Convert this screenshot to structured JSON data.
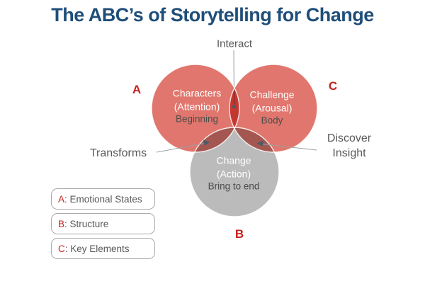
{
  "title": "The ABC’s of Storytelling for Change",
  "colors": {
    "title_blue": "#1F4E79",
    "circle_red": "#E0766D",
    "circle_gray": "#BBBBBB",
    "letter_red": "#C4221E",
    "label_gray": "#595959",
    "caption_gray": "#4D4D4D",
    "arrow_slate": "#4A5A68",
    "line_gray": "#9AA0A2",
    "legend_border": "#A9A9A9"
  },
  "venn": {
    "top_label": "Interact",
    "left_connector_label": "Transforms",
    "right_connector_label_line1": "Discover",
    "right_connector_label_line2": "Insight",
    "letter_a": "A",
    "letter_b": "B",
    "letter_c": "C",
    "circles": [
      {
        "name": "characters",
        "title": "Characters",
        "subtitle": "(Attention)",
        "caption": "Beginning"
      },
      {
        "name": "challenge",
        "title": "Challenge",
        "subtitle": "(Arousal)",
        "caption": "Body"
      },
      {
        "name": "change",
        "title": "Change",
        "subtitle": "(Action)",
        "caption": "Bring to end"
      }
    ]
  },
  "legend": {
    "items": [
      {
        "key": "A",
        "label": ": Emotional States"
      },
      {
        "key": "B",
        "label": ": Structure"
      },
      {
        "key": "C",
        "label": ": Key Elements"
      }
    ]
  }
}
